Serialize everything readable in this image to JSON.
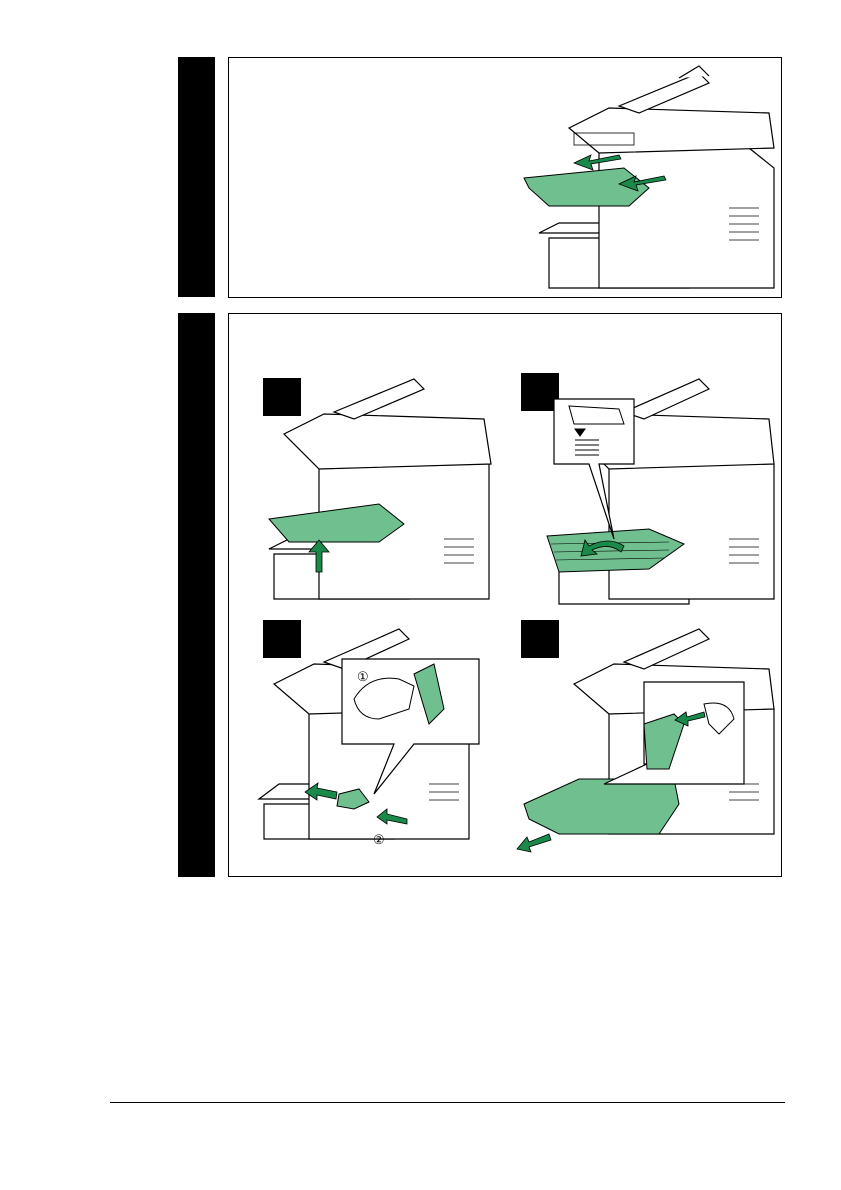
{
  "colors": {
    "accent_green": "#6fbf8f",
    "arrow_green": "#1a8a4a",
    "outline": "#000000",
    "tab_black": "#000000"
  },
  "section1": {
    "figure": "remove-output-tray-illustration"
  },
  "section2": {
    "figures": [
      {
        "id": "step-a",
        "content": "lift-paper-cover"
      },
      {
        "id": "step-b",
        "content": "load-paper-callout"
      },
      {
        "id": "step-c",
        "content": "adjust-guides-callout"
      },
      {
        "id": "step-d",
        "content": "remove-tray"
      }
    ],
    "callout_numbers": [
      "①",
      "②"
    ]
  }
}
